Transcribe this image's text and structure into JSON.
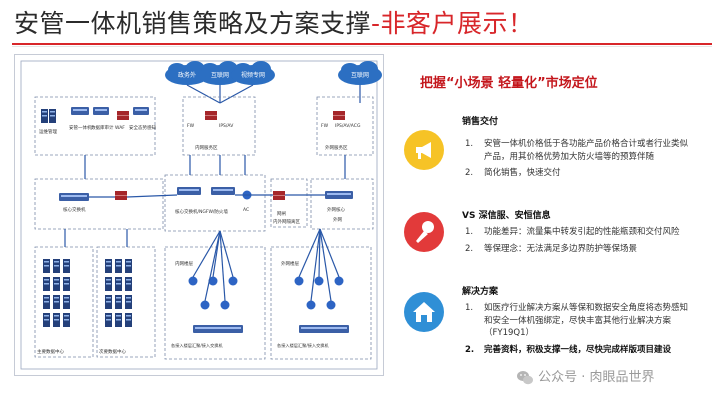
{
  "title": {
    "main": "安管一体机销售策略及方案支撑",
    "accent": "-非客户展示！"
  },
  "diagram": {
    "clouds": [
      "政务外",
      "互联网",
      "视频专网",
      "互联网"
    ],
    "node_labels": [
      "运维管理",
      "安管一体机",
      "数据库审计",
      "WAF",
      "安全态势感知",
      "FW",
      "IPS/AV",
      "内网服务区",
      "FW",
      "IPS/AV/ACG",
      "外网服务区",
      "核心交换机",
      "核心交换机/NGFW/防火墙",
      "AC",
      "网闸",
      "内外网隔离区",
      "外网核心",
      "外网",
      "主要数据中心",
      "次要数据中心",
      "内网楼层",
      "外网楼层",
      "各接入楼层汇聚/接入交换机",
      "各接入楼层汇聚/接入交换机"
    ]
  },
  "right": {
    "subtitle": "把握“小场景 轻量化”市场定位",
    "sections": [
      {
        "icon": "megaphone-icon",
        "title": "销售交付",
        "items": [
          "安管一体机价格低于各功能产品价格合计或者行业类似产品，用其价格优势加大防火墙等的预算伴随",
          "简化销售，快速交付"
        ]
      },
      {
        "icon": "microphone-icon",
        "title": "VS 深信服、安恒信息",
        "items": [
          "功能差异：流量集中转发引起的性能瓶颈和交付风险",
          "等保理念：无法满足多边界防护等保场景"
        ]
      },
      {
        "icon": "house-icon",
        "title": "解决方案",
        "items": [
          "如医疗行业解决方案从等保和数据安全角度将态势感知和安全一体机强绑定，尽快丰富其他行业解决方案（FY19Q1）",
          "完善资料，积极支撑一线，尽快完成样版项目建设"
        ]
      }
    ]
  },
  "watermark": {
    "text": "公众号 · 肉眼品世界",
    "icon": "wechat-icon"
  },
  "colors": {
    "accent_red": "#d8262a",
    "subtitle_red": "#c4161c",
    "yellow": "#f6c326",
    "red": "#e23a3a",
    "blue": "#2f8fd6",
    "cloud_blue": "#2c6fc2",
    "firewall": "#a5262a",
    "line_blue": "#2a58a8"
  }
}
